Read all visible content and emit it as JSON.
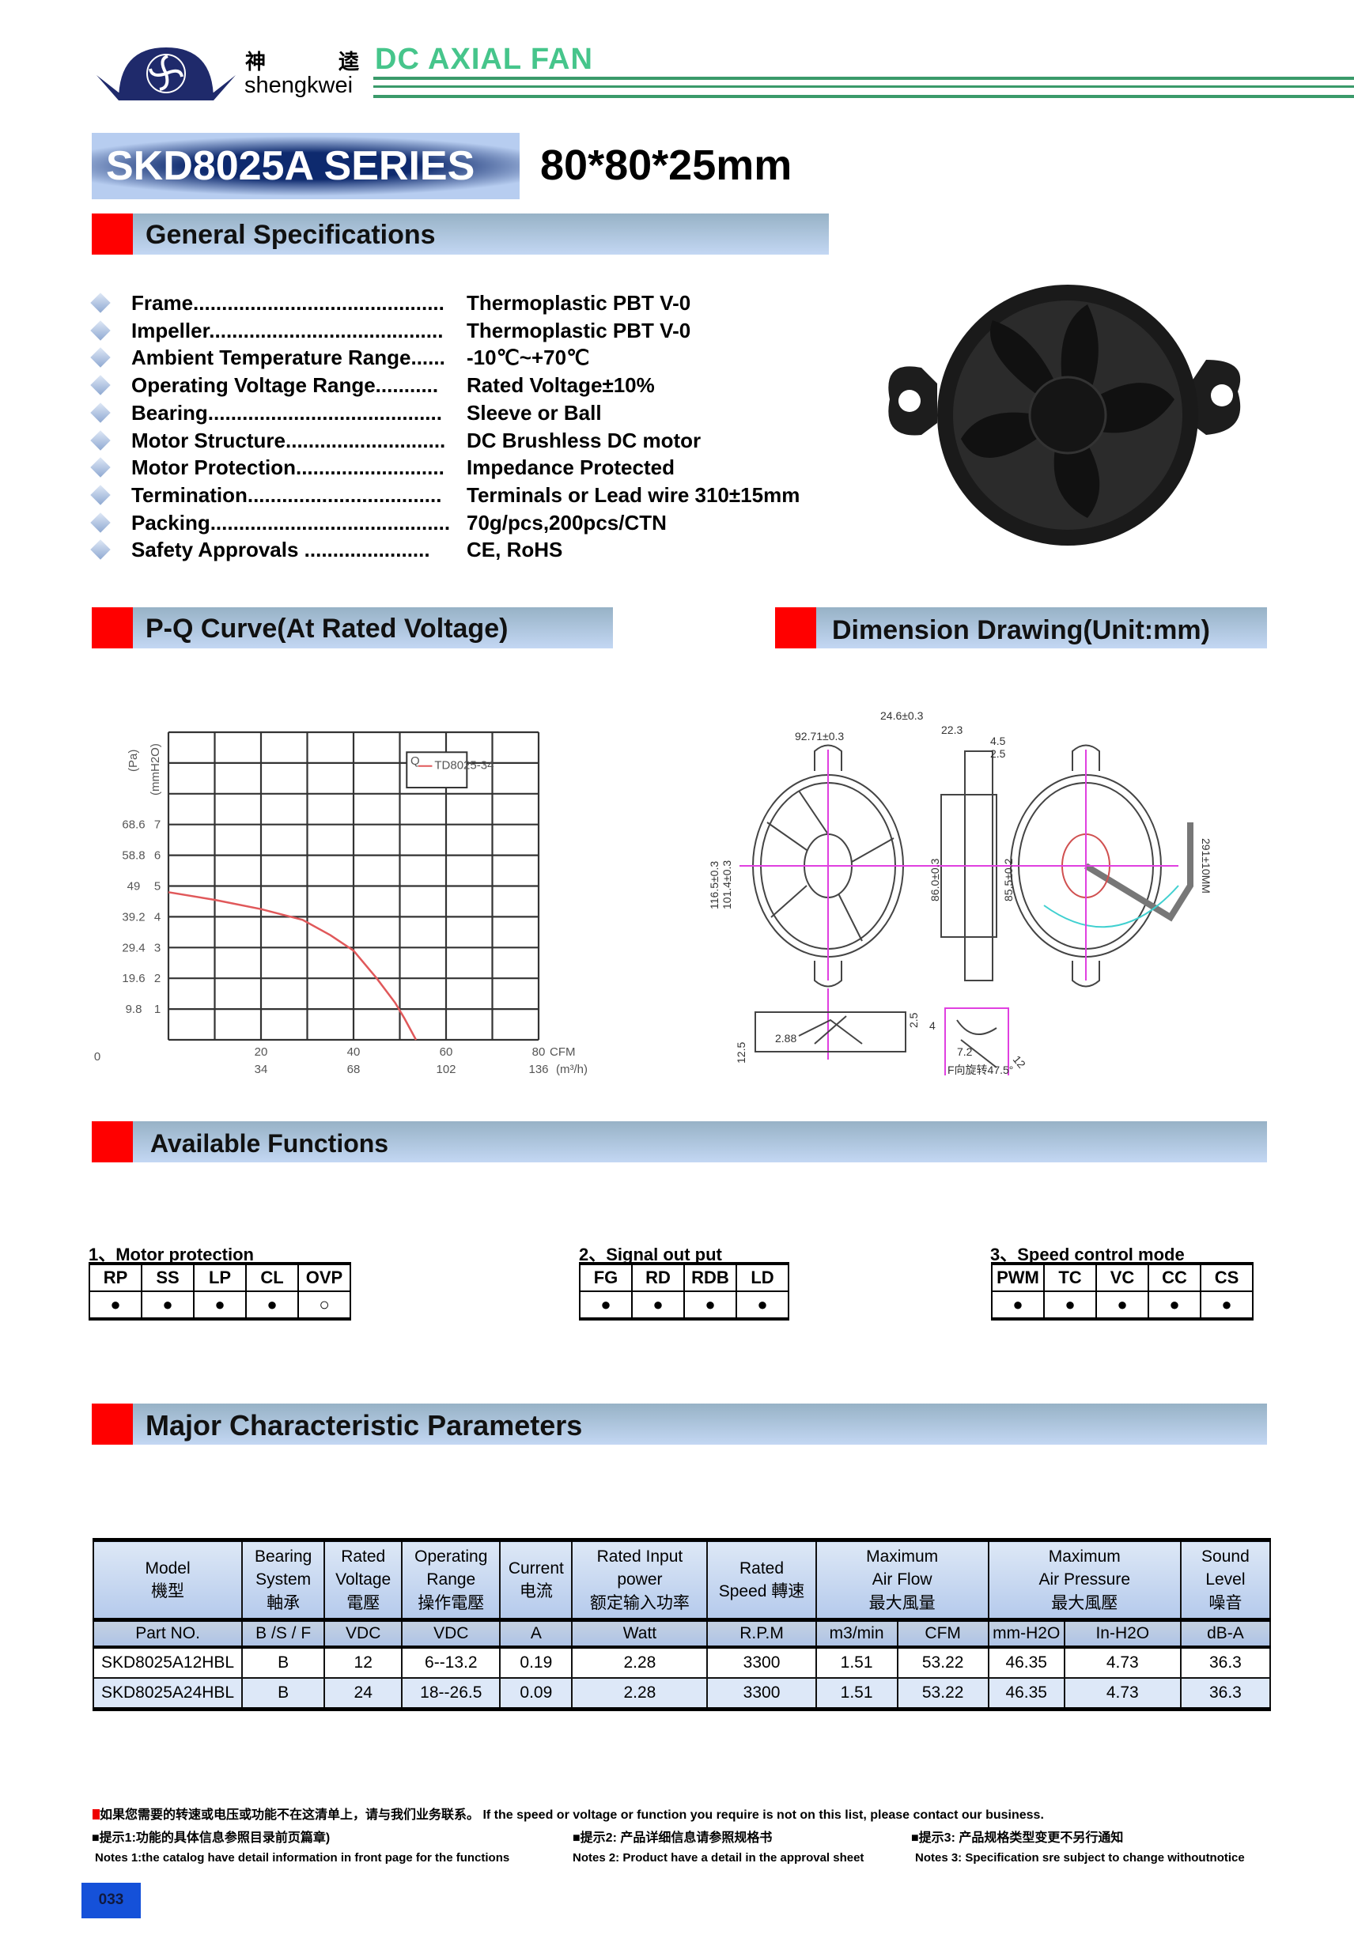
{
  "brand": {
    "cn_left": "神",
    "cn_right": "逵",
    "name": "shengkwei",
    "category": "DC AXIAL FAN",
    "accent": "#46c58b",
    "line_color": "#3a9a6a"
  },
  "series": {
    "name": "SKD8025A SERIES",
    "size": "80*80*25mm"
  },
  "sections": {
    "general": "General Specifications",
    "pq": "P-Q Curve(At Rated Voltage)",
    "dimension": "Dimension Drawing(Unit:mm)",
    "functions": "Available Functions",
    "major": "Major Characteristic Parameters"
  },
  "specs": [
    {
      "label": "Frame............................................",
      "value": "Thermoplastic PBT V-0"
    },
    {
      "label": "Impeller.........................................",
      "value": "Thermoplastic PBT V-0"
    },
    {
      "label": "Ambient Temperature Range......",
      "value": " -10℃~+70℃"
    },
    {
      "label": "Operating Voltage Range...........",
      "value": " Rated Voltage±10%"
    },
    {
      "label": "Bearing.........................................",
      "value": " Sleeve or Ball"
    },
    {
      "label": "Motor Structure............................",
      "value": " DC Brushless DC motor"
    },
    {
      "label": "Motor Protection..........................",
      "value": "Impedance Protected"
    },
    {
      "label": "Termination..................................",
      "value": "Terminals or Lead wire 310±15mm"
    },
    {
      "label": "Packing..........................................",
      "value": "70g/pcs,200pcs/CTN"
    },
    {
      "label": "Safety Approvals ......................",
      "value": " CE, RoHS"
    }
  ],
  "chart_data": {
    "type": "line",
    "title": "P-Q Curve(At Rated Voltage)",
    "xlabel": "CFM",
    "xlabel2": "(m³/h)",
    "ylabel": "(mmH2O)",
    "ylabel2": "(Pa)",
    "xlim": [
      0,
      80
    ],
    "ylim": [
      0,
      10
    ],
    "x_ticks": [
      "0",
      "20",
      "40",
      "60",
      "80"
    ],
    "x_ticks_values": [
      0,
      20,
      40,
      60,
      80
    ],
    "x2_ticks": [
      "34",
      "68",
      "102",
      "136"
    ],
    "y_ticks": [
      "1",
      "2",
      "3",
      "4",
      "5",
      "6",
      "7"
    ],
    "y2_ticks": [
      "9.8",
      "19.6",
      "29.4",
      "39.2",
      "49",
      "58.8",
      "68.6"
    ],
    "grid": true,
    "legend": {
      "placement": "top-right",
      "marker": "Q",
      "label": "TD8025-34"
    },
    "series": [
      {
        "name": "TD8025-34",
        "color": "#e0585a",
        "x": [
          0,
          10,
          20,
          29,
          35,
          40,
          45,
          49,
          51,
          53.5
        ],
        "y": [
          4.8,
          4.55,
          4.25,
          3.9,
          3.4,
          2.9,
          2.0,
          1.2,
          0.7,
          0
        ]
      }
    ]
  },
  "dimensions": {
    "width": "92.71±0.3",
    "height_outer": "116.5±0.3",
    "height_inner": "101.4±0.3",
    "depth": "24.6±0.3",
    "depth_inner": "22.3",
    "d1": "4.5",
    "d2": "2.5",
    "side_h1": "86.0±0.3",
    "side_h2": "85.5±0.2",
    "lead": "291±10MM",
    "bottom_a": "2.88",
    "bottom_b": "12.5",
    "bottom_c": "2.5",
    "bottom_d": "4",
    "detail_a": "7.2",
    "detail_b": "12",
    "rotation": "F向旋转47.5°"
  },
  "functions": [
    {
      "title": "1、Motor protection",
      "cols": [
        "RP",
        "SS",
        "LP",
        "CL",
        "OVP"
      ],
      "marks": [
        "●",
        "●",
        "●",
        "●",
        "○"
      ]
    },
    {
      "title": "2、Signal out put",
      "cols": [
        "FG",
        "RD",
        "RDB",
        "LD"
      ],
      "marks": [
        "●",
        "●",
        "●",
        "●"
      ]
    },
    {
      "title": "3、Speed control mode",
      "cols": [
        "PWM",
        "TC",
        "VC",
        "CC",
        "CS"
      ],
      "marks": [
        "●",
        "●",
        "●",
        "●",
        "●"
      ]
    }
  ],
  "table": {
    "headers": [
      [
        "Model",
        "機型"
      ],
      [
        "Bearing",
        "System",
        "軸承"
      ],
      [
        "Rated",
        "Voltage",
        "電壓"
      ],
      [
        "Operating",
        "Range",
        "操作電壓"
      ],
      [
        "Current",
        "电流"
      ],
      [
        "Rated Input",
        "power",
        "额定输入功率"
      ],
      [
        "Rated",
        "Speed 轉速"
      ],
      [
        "Maximum",
        "Air Flow",
        "最大風量"
      ],
      [
        "Maximum",
        "Air  Pressure",
        "最大風壓"
      ],
      [
        "Sound",
        "Level",
        "噪音"
      ]
    ],
    "units": [
      "Part NO.",
      "B /S / F",
      "VDC",
      "VDC",
      "A",
      "Watt",
      "R.P.M",
      "m3/min",
      "CFM",
      "mm-H2O",
      "In-H2O",
      "dB-A"
    ],
    "rows": [
      [
        "SKD8025A12HBL",
        "B",
        "12",
        "6--13.2",
        "0.19",
        "2.28",
        "3300",
        "1.51",
        "53.22",
        "46.35",
        "4.73",
        "36.3"
      ],
      [
        "SKD8025A24HBL",
        "B",
        "24",
        "18--26.5",
        "0.09",
        "2.28",
        "3300",
        "1.51",
        "53.22",
        "46.35",
        "4.73",
        "36.3"
      ]
    ]
  },
  "notes": {
    "contact": "如果您需要的转速或电压或功能不在这清单上，请与我们业务联系。 If the speed or voltage or function you require is not on this list, please contact our business.",
    "tip1_cn": "■提示1:功能的具体信息参照目录前页篇章)",
    "tip2_cn": "■提示2: 产品详细信息请参照规格书",
    "tip3_cn": "■提示3:  产品规格类型变更不另行通知",
    "tip1_en": "Notes 1:the catalog have detail information in front page for the functions",
    "tip2_en": "Notes 2: Product have a   detail in the approval sheet",
    "tip3_en": "Notes 3:  Specification sre subject to change withoutnotice"
  },
  "page_number": "033"
}
